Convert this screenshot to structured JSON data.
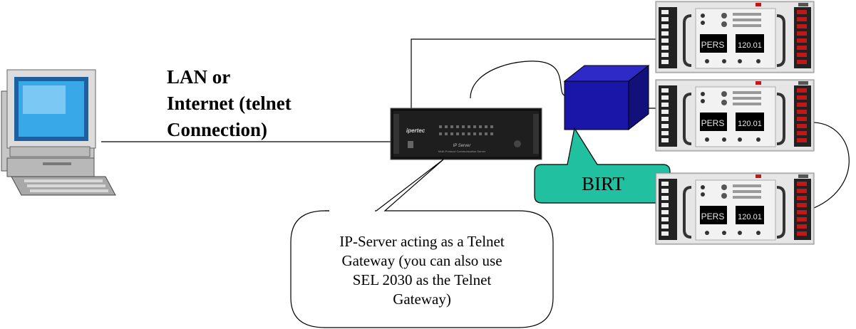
{
  "network": {
    "lan_line1": "LAN or",
    "lan_line2": "Internet (telnet",
    "lan_line3": "Connection)"
  },
  "birt": {
    "label": "BIRT"
  },
  "ip_server": {
    "brand": "ipertec",
    "panel_title": "IP Server",
    "panel_subtitle": "Multi-Protocol Communication Server"
  },
  "relay": {
    "display_left": "PERS",
    "display_right": "120.01"
  },
  "gateway_note": {
    "line1": "IP-Server acting as a Telnet",
    "line2": "Gateway (you can also use",
    "line3": "SEL 2030 as the Telnet",
    "line4": "Gateway)"
  },
  "colors": {
    "birt_fill": "#20c0a0",
    "cube_front": "#1a16a8",
    "cube_top": "#2e2ac8",
    "cube_side": "#12107a",
    "server_body": "#1a1a1a",
    "relay_body": "#dcdcdc",
    "relay_red": "#c01818",
    "monitor_screen": "#38a8e8",
    "monitor_body": "#c8c8c8"
  }
}
